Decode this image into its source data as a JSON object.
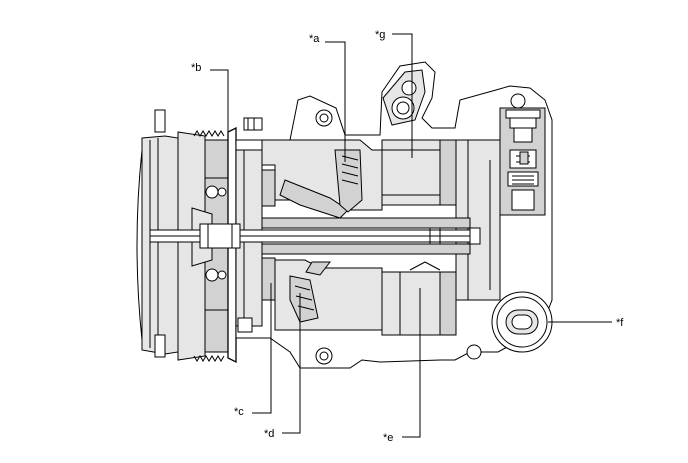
{
  "callouts": {
    "a": "*a",
    "b": "*b",
    "c": "*c",
    "d": "*d",
    "e": "*e",
    "f": "*f",
    "g": "*g"
  }
}
